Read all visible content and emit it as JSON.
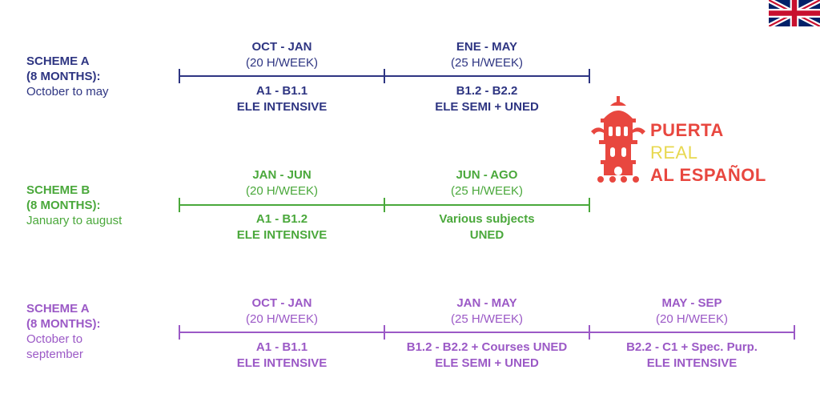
{
  "schemes": [
    {
      "title_line1": "SCHEME A",
      "title_line2": "(8 MONTHS):",
      "desc_line1": "October to may",
      "desc_line2": "",
      "color": "#2e3582",
      "periods": [
        {
          "dates": "OCT - JAN",
          "hours": "(20 H/WEEK)",
          "level_line1": "A1 - B1.1",
          "level_line2": "ELE INTENSIVE"
        },
        {
          "dates": "ENE - MAY",
          "hours": "(25 H/WEEK)",
          "level_line1": "B1.2 - B2.2",
          "level_line2": "ELE SEMI + UNED"
        }
      ]
    },
    {
      "title_line1": "SCHEME B",
      "title_line2": "(8 MONTHS):",
      "desc_line1": "January to august",
      "desc_line2": "",
      "color": "#4aa83b",
      "periods": [
        {
          "dates": "JAN - JUN",
          "hours": "(20 H/WEEK)",
          "level_line1": "A1 - B1.2",
          "level_line2": "ELE INTENSIVE"
        },
        {
          "dates": "JUN - AGO",
          "hours": "(25 H/WEEK)",
          "level_line1": "Various subjects",
          "level_line2": "UNED"
        }
      ]
    },
    {
      "title_line1": "SCHEME A",
      "title_line2": "(8 MONTHS):",
      "desc_line1": "October to",
      "desc_line2": "september",
      "color": "#9b59c6",
      "periods": [
        {
          "dates": "OCT - JAN",
          "hours": "(20 H/WEEK)",
          "level_line1": "A1 - B1.1",
          "level_line2": "ELE INTENSIVE"
        },
        {
          "dates": "JAN - MAY",
          "hours": "(25 H/WEEK)",
          "level_line1": "B1.2 - B2.2 + Courses UNED",
          "level_line2": "ELE SEMI + UNED"
        },
        {
          "dates": "MAY - SEP",
          "hours": "(20 H/WEEK)",
          "level_line1": "B2.2 - C1 + Spec. Purp.",
          "level_line2": "ELE INTENSIVE"
        }
      ]
    }
  ],
  "logo": {
    "line1": "PUERTA",
    "line2": "REAL",
    "line3": "AL ESPAÑOL",
    "color_primary": "#e8473f",
    "color_secondary": "#e8d84f"
  },
  "language_flag": {
    "icon": "uk-flag-icon"
  }
}
